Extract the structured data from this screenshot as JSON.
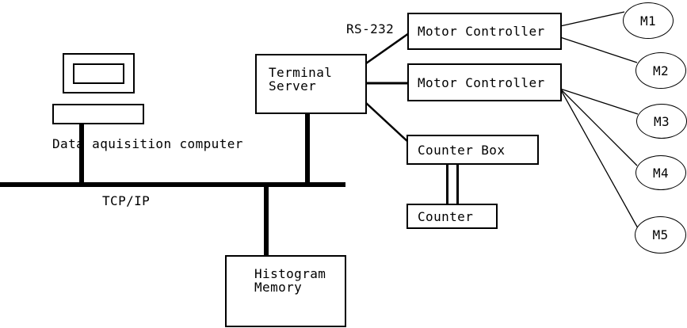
{
  "page": {
    "background_color": "#ffffff",
    "line_color": "#000000"
  },
  "labels": {
    "computer": "Data aquisition computer",
    "network_bus": "TCP/IP",
    "serial_link": "RS-232"
  },
  "nodes": {
    "terminal_server": "Terminal\nServer",
    "motor_controller_1": "Motor Controller",
    "motor_controller_2": "Motor Controller",
    "counter_box": "Counter Box",
    "counter": "Counter",
    "histogram_memory": "Histogram\nMemory"
  },
  "motors": [
    "M1",
    "M2",
    "M3",
    "M4",
    "M5"
  ]
}
